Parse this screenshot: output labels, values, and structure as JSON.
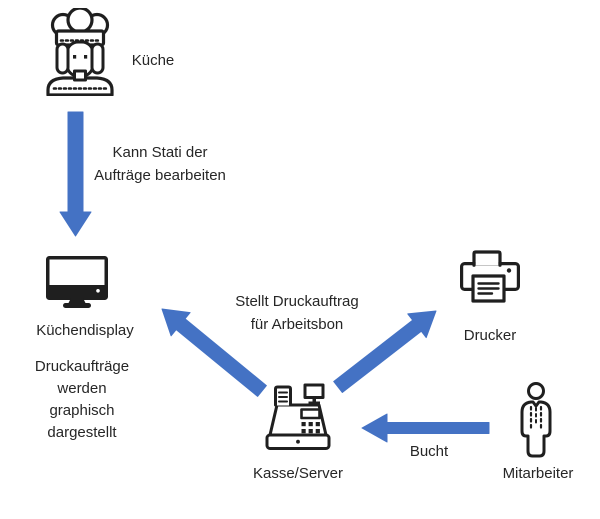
{
  "colors": {
    "arrow": "#4472C4",
    "text": "#262626",
    "icon": "#1f1f1f",
    "background": "#ffffff"
  },
  "nodes": {
    "kueche": {
      "label": "Küche",
      "icon": "chef-icon"
    },
    "display": {
      "label": "Küchendisplay",
      "icon": "monitor-icon",
      "note": "Druckaufträge\nwerden\ngraphisch\ndargestellt"
    },
    "drucker": {
      "label": "Drucker",
      "icon": "printer-icon"
    },
    "kasse": {
      "label": "Kasse/Server",
      "icon": "cash-register-icon"
    },
    "mitarbeiter": {
      "label": "Mitarbeiter",
      "icon": "person-icon"
    }
  },
  "edges": {
    "kueche_to_display": {
      "from": "Küche",
      "to": "Küchendisplay",
      "label": "Kann Stati der\nAufträge bearbeiten"
    },
    "kasse_to_display": {
      "from": "Kasse/Server",
      "to": "Küchendisplay",
      "label": "Stellt Druckauftrag\nfür Arbeitsbon"
    },
    "kasse_to_drucker": {
      "from": "Kasse/Server",
      "to": "Drucker",
      "label": ""
    },
    "mitarbeiter_to_kasse": {
      "from": "Mitarbeiter",
      "to": "Kasse/Server",
      "label": "Bucht"
    }
  }
}
